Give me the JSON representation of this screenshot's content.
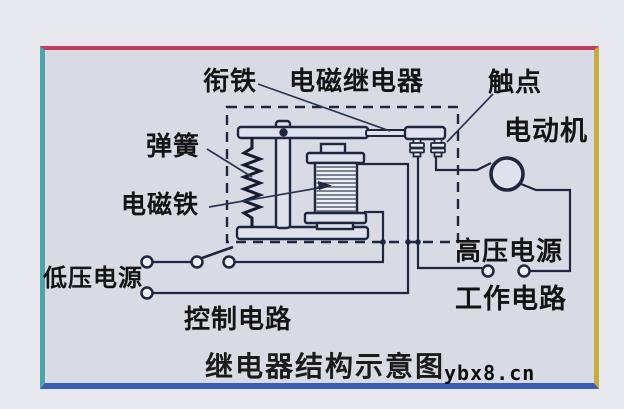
{
  "frame": {
    "border_top_color": "#c43a5c",
    "border_left_color": "#4fa3ad",
    "border_right_color": "#c9ac3e",
    "border_bottom_color": "#3b5cb5",
    "inner_background": "#d9dbe4",
    "outer_background": "#e7e8ed",
    "line_color": "#1f2740"
  },
  "labels": {
    "armature": "衔铁",
    "relay": "电磁继电器",
    "contacts": "触点",
    "motor": "电动机",
    "spring": "弹簧",
    "electromagnet": "电磁铁",
    "low_voltage_supply": "低压电源",
    "control_circuit": "控制电路",
    "high_voltage_supply": "高压电源",
    "working_circuit": "工作电路"
  },
  "title": "继电器结构示意图",
  "watermark": "ybx8.cn"
}
